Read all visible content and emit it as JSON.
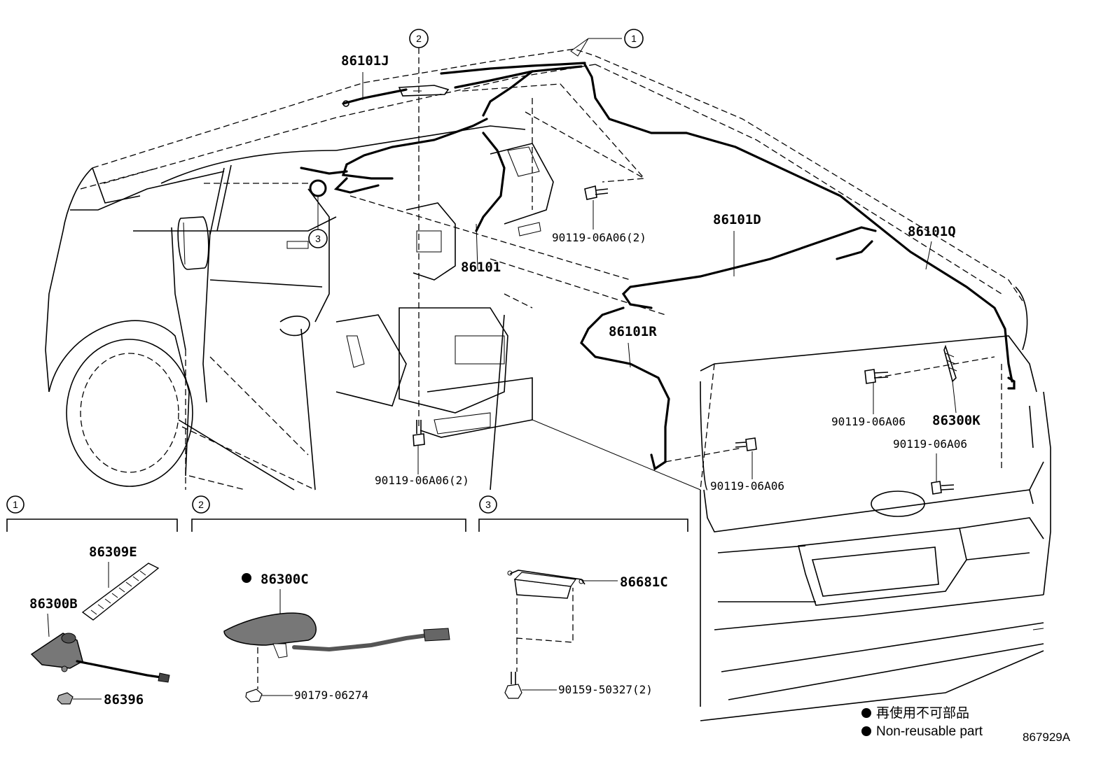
{
  "diagram": {
    "parts": {
      "p86101J": "86101J",
      "p86101": "86101",
      "p86101D": "86101D",
      "p86101Q": "86101Q",
      "p86101R": "86101R",
      "p86300K": "86300K",
      "p86309E": "86309E",
      "p86300B": "86300B",
      "p86396": "86396",
      "p86300C": "86300C",
      "p86681C": "86681C"
    },
    "fasteners": {
      "f_roof": "90119-06A06(2)",
      "f_floor": "90119-06A06(2)",
      "f_door1": "90119-06A06",
      "f_door2": "90119-06A06",
      "f_side": "90119-06A06",
      "f_90179": "90179-06274",
      "f_90159": "90159-50327(2)"
    },
    "callouts": {
      "c1": "1",
      "c2": "2",
      "c3": "3",
      "c3_main": "3"
    },
    "legend": {
      "jp": "再使用不可部品",
      "en": "Non-reusable part"
    },
    "diagram_id": "867929A"
  }
}
